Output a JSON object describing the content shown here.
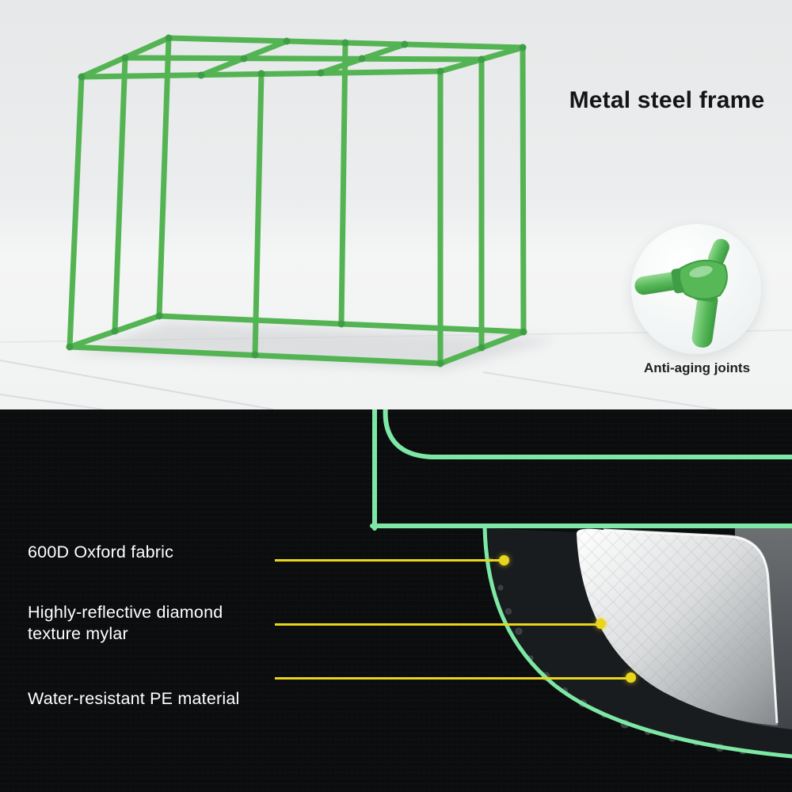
{
  "top_panel": {
    "title": "Metal steel frame",
    "joint_caption": "Anti-aging joints"
  },
  "materials_panel": {
    "callouts": [
      {
        "label": "600D Oxford fabric"
      },
      {
        "label": "Highly-reflective diamond texture mylar"
      },
      {
        "label": "Water-resistant PE material"
      }
    ]
  },
  "colors": {
    "frame_green": "#54b453",
    "trim_mint": "#7de8a5",
    "callout_yellow": "#e9d51b",
    "title_text": "#151515",
    "label_text": "#ffffff",
    "panel_light_bg": "#edeff0",
    "panel_dark_bg": "#0a0b0c",
    "mylar_silver": "#d8dadb"
  }
}
